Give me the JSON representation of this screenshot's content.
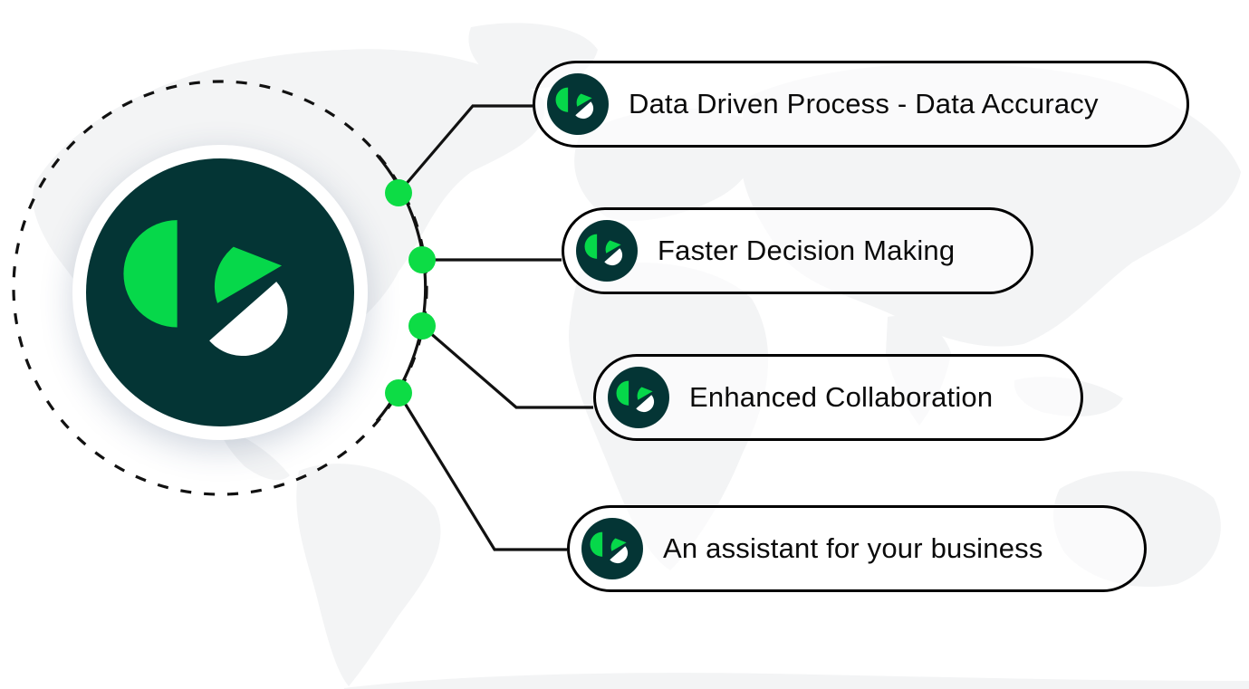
{
  "colors": {
    "brand_dark": "#043535",
    "brand_green": "#06d84a",
    "node_green": "#0ddc45",
    "outline": "#000000",
    "map_gray": "#f2f3f4"
  },
  "icons": {
    "hub": "brand-logo-icon",
    "pill": "brand-logo-icon",
    "background": "world-map"
  },
  "items": [
    {
      "label": "Data Driven Process - Data Accuracy"
    },
    {
      "label": "Faster Decision Making"
    },
    {
      "label": "Enhanced Collaboration"
    },
    {
      "label": "An assistant for your business"
    }
  ]
}
